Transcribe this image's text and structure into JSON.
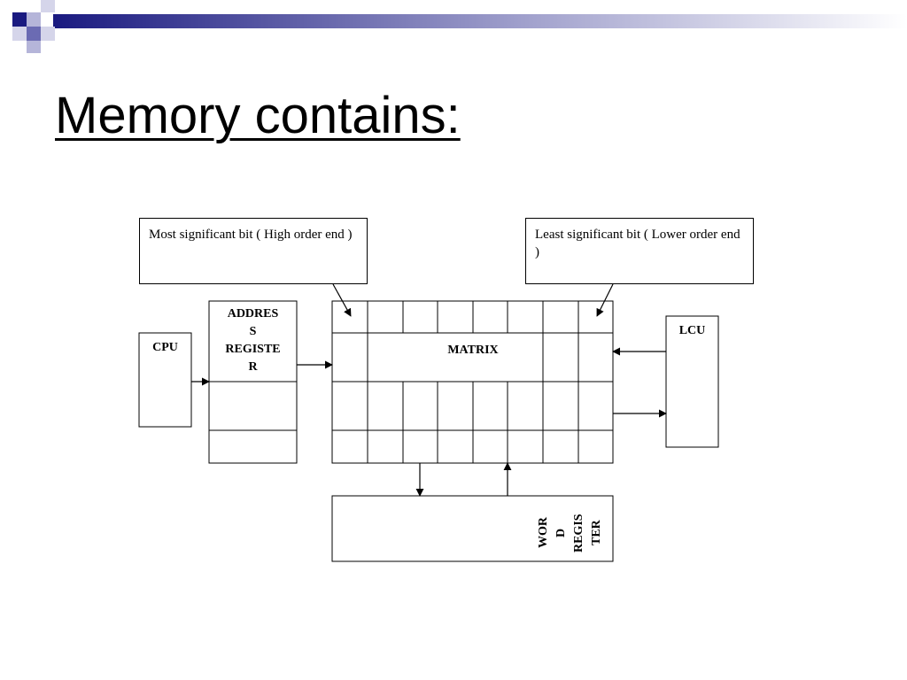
{
  "slide": {
    "title": "Memory contains:"
  },
  "diagram": {
    "msb_callout": "Most significant bit ( High order end )",
    "lsb_callout": "Least significant bit ( Lower order end )",
    "cpu_label": "CPU",
    "address_register_label": "ADDRES\nS\nREGISTE\nR",
    "matrix_label": "MATRIX",
    "lcu_label": "LCU",
    "word_register_label": "WOR\nD\nREGIS\nTER"
  },
  "colors": {
    "decor_dark": "#1a1a80",
    "decor_mid": "#6b6bb3",
    "decor_light": "#b5b5d9"
  }
}
